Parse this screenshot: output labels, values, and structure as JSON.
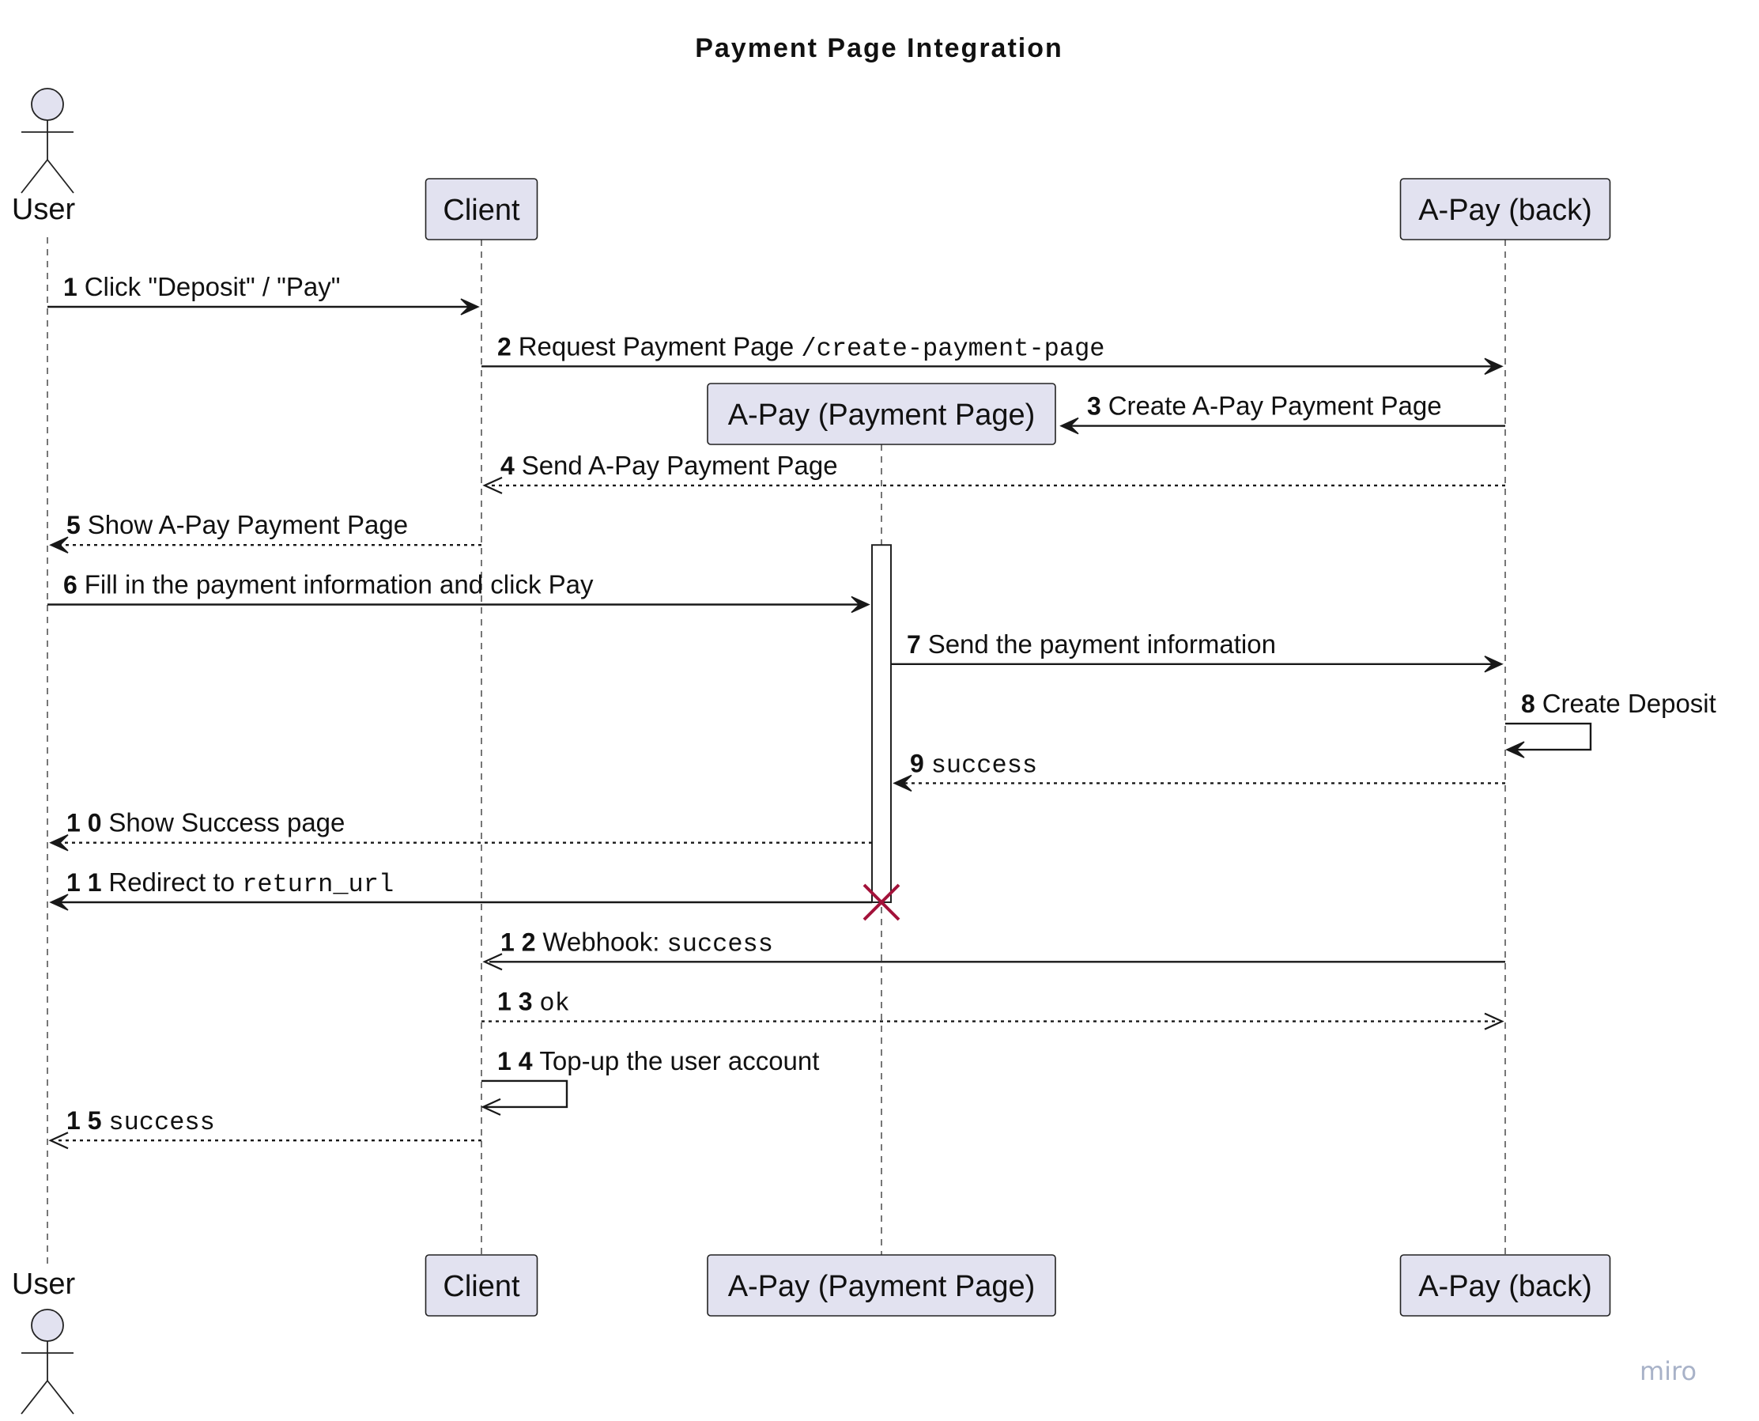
{
  "title": "Payment Page Integration",
  "participants": [
    {
      "id": "user",
      "label": "User",
      "kind": "actor"
    },
    {
      "id": "client",
      "label": "Client",
      "kind": "participant"
    },
    {
      "id": "paypage",
      "label": "A-Pay (Payment Page)",
      "kind": "participant",
      "created_at_step": "3"
    },
    {
      "id": "back",
      "label": "A-Pay (back)",
      "kind": "participant"
    }
  ],
  "messages": [
    {
      "num": "1",
      "from": "user",
      "to": "client",
      "style": "solid",
      "head": "filled",
      "parts": [
        {
          "t": "Click \"Deposit\" / \"Pay\""
        }
      ]
    },
    {
      "num": "2",
      "from": "client",
      "to": "back",
      "style": "solid",
      "head": "filled",
      "parts": [
        {
          "t": "Request Payment Page "
        },
        {
          "t": "/create-payment-page",
          "code": true
        }
      ]
    },
    {
      "num": "3",
      "from": "back",
      "to": "paypage",
      "style": "solid",
      "head": "filled",
      "create": true,
      "parts": [
        {
          "t": "Create A-Pay Payment Page"
        }
      ]
    },
    {
      "num": "4",
      "from": "back",
      "to": "client",
      "style": "dotted",
      "head": "open",
      "parts": [
        {
          "t": "Send A-Pay Payment Page"
        }
      ]
    },
    {
      "num": "5",
      "from": "client",
      "to": "user",
      "style": "dotted",
      "head": "filled",
      "parts": [
        {
          "t": "Show A-Pay Payment Page"
        }
      ]
    },
    {
      "num": "6",
      "from": "user",
      "to": "paypage",
      "style": "solid",
      "head": "filled",
      "parts": [
        {
          "t": "Fill in the payment information and click Pay"
        }
      ]
    },
    {
      "num": "7",
      "from": "paypage",
      "to": "back",
      "style": "solid",
      "head": "filled",
      "parts": [
        {
          "t": "Send the payment information"
        }
      ]
    },
    {
      "num": "8",
      "from": "back",
      "to": "back",
      "style": "solid",
      "head": "filled",
      "parts": [
        {
          "t": "Create Deposit"
        }
      ]
    },
    {
      "num": "9",
      "from": "back",
      "to": "paypage",
      "style": "dotted",
      "head": "filled",
      "parts": [
        {
          "t": "success",
          "code": true
        }
      ]
    },
    {
      "num": "10",
      "from": "paypage",
      "to": "user",
      "style": "dotted",
      "head": "filled",
      "parts": [
        {
          "t": "Show Success page"
        }
      ]
    },
    {
      "num": "11",
      "from": "paypage",
      "to": "user",
      "style": "solid",
      "head": "filled",
      "destroy": true,
      "parts": [
        {
          "t": "Redirect to "
        },
        {
          "t": "return_url",
          "code": true
        }
      ]
    },
    {
      "num": "12",
      "from": "back",
      "to": "client",
      "style": "solid",
      "head": "open",
      "parts": [
        {
          "t": "Webhook: "
        },
        {
          "t": "success",
          "code": true
        }
      ]
    },
    {
      "num": "13",
      "from": "client",
      "to": "back",
      "style": "dotted",
      "head": "open",
      "parts": [
        {
          "t": "ok",
          "code": true
        }
      ]
    },
    {
      "num": "14",
      "from": "client",
      "to": "client",
      "style": "solid",
      "head": "open",
      "parts": [
        {
          "t": "Top-up the user account"
        }
      ]
    },
    {
      "num": "15",
      "from": "client",
      "to": "user",
      "style": "dotted",
      "head": "open",
      "parts": [
        {
          "t": "success",
          "code": true
        }
      ]
    }
  ],
  "watermark": "miro",
  "colors": {
    "participant_fill": "#e2e2f0",
    "destroy_mark": "#a3123a",
    "line": "#181818",
    "watermark": "#a8b2c8"
  }
}
